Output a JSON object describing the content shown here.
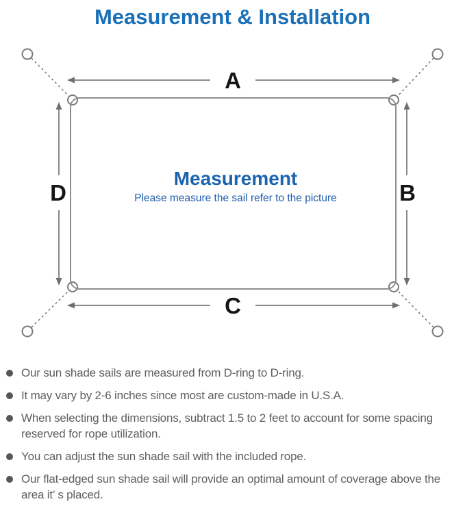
{
  "title": "Measurement & Installation",
  "diagram": {
    "side_a": "A",
    "side_b": "B",
    "side_c": "C",
    "side_d": "D",
    "center_heading": "Measurement",
    "center_subtitle": "Please measure the sail refer to the picture",
    "colors": {
      "title_blue": "#1a70b8",
      "center_blue": "#1b63ae",
      "line_gray": "#7c7c7c",
      "label_black": "#151515",
      "note_gray": "#5f5f5f"
    }
  },
  "notes": [
    "Our sun shade sails are measured from D-ring to D-ring.",
    "It may vary by 2-6 inches since most are custom-made in U.S.A.",
    "When selecting the dimensions, subtract 1.5 to 2 feet to account for some spacing reserved for rope utilization.",
    "You can adjust the sun shade sail with the included rope.",
    "Our flat-edged sun shade sail will provide an optimal amount of coverage above the area it’ s placed."
  ]
}
